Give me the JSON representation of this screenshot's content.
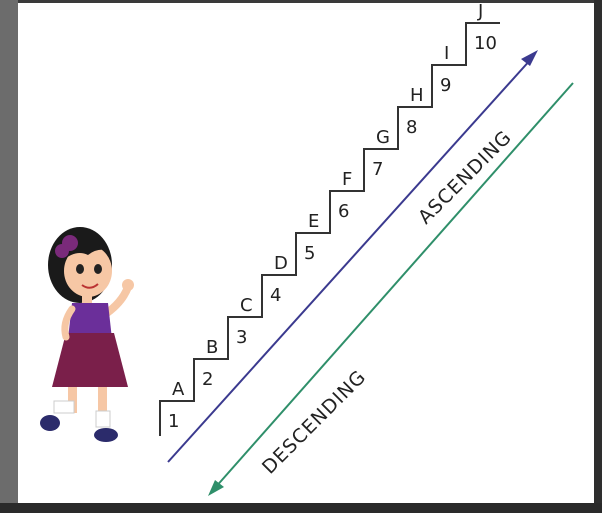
{
  "steps": [
    {
      "letter": "A",
      "number": "1"
    },
    {
      "letter": "B",
      "number": "2"
    },
    {
      "letter": "C",
      "number": "3"
    },
    {
      "letter": "D",
      "number": "4"
    },
    {
      "letter": "E",
      "number": "5"
    },
    {
      "letter": "F",
      "number": "6"
    },
    {
      "letter": "G",
      "number": "7"
    },
    {
      "letter": "H",
      "number": "8"
    },
    {
      "letter": "I",
      "number": "9"
    },
    {
      "letter": "J",
      "number": "10"
    }
  ],
  "labels": {
    "ascending": "ASCENDING",
    "descending": "DESCENDING"
  },
  "colors": {
    "ascending_arrow": "#3b3a8f",
    "descending_arrow": "#2f8f6a",
    "dress": "#7a1f4a",
    "hair": "#1a1a1a"
  }
}
